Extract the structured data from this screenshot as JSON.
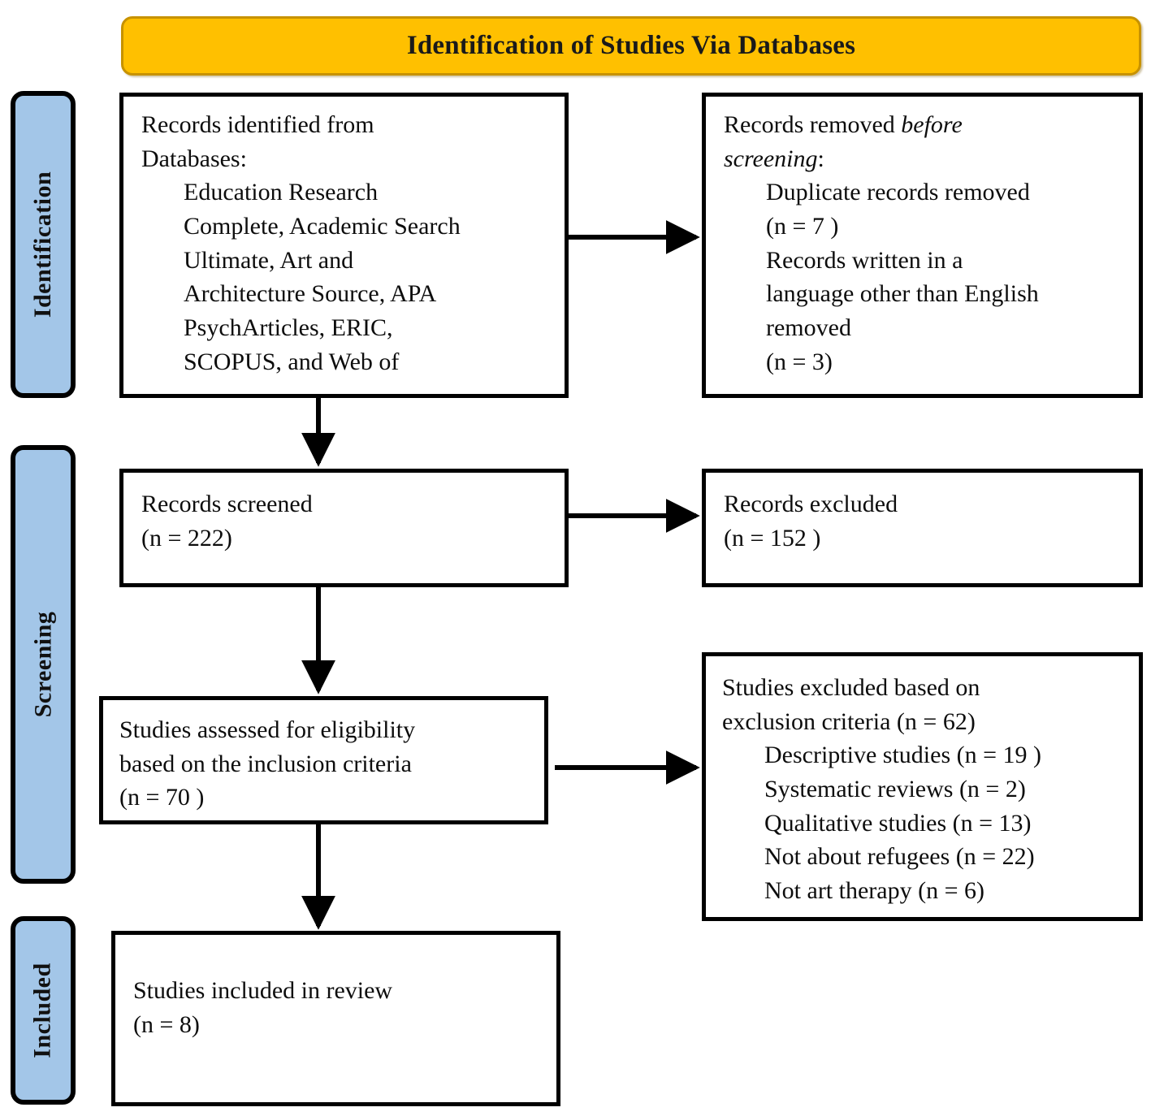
{
  "banner": {
    "title": "Identification of Studies Via Databases",
    "fill_color": "#FFC000",
    "border_color": "#C79200"
  },
  "stages": [
    {
      "id": "identification",
      "label": "Identification",
      "fill_color": "#A3C6E8"
    },
    {
      "id": "screening",
      "label": "Screening",
      "fill_color": "#A3C6E8"
    },
    {
      "id": "included",
      "label": "Included",
      "fill_color": "#A3C6E8"
    }
  ],
  "boxes": {
    "identified": {
      "line1": "Records identified from",
      "line2": "Databases:",
      "line3": "Education Research",
      "line4": "Complete, Academic Search",
      "line5": "Ultimate, Art and",
      "line6": "Architecture Source, APA",
      "line7": "PsychArticles, ERIC,",
      "line8": "SCOPUS, and Web of"
    },
    "removed": {
      "line1_a": "Records removed ",
      "line1_b": "before",
      "line2_b": "screening",
      "line2_a": ":",
      "line3": "Duplicate records removed",
      "line4": "(n = 7 )",
      "line5": "Records written in a",
      "line6": "language other than English",
      "line7": "removed",
      "line8": "(n = 3)"
    },
    "screened": {
      "line1": "Records screened",
      "line2": "(n = 222)"
    },
    "excluded": {
      "line1": "Records excluded",
      "line2": "(n = 152 )"
    },
    "eligibility": {
      "line1": "Studies assessed for eligibility",
      "line2": "based on the inclusion criteria",
      "line3": "(n = 70 )"
    },
    "exclusion_criteria": {
      "line1": "Studies excluded based on",
      "line2": "exclusion criteria (n = 62)",
      "line3": "Descriptive studies (n = 19 )",
      "line4": "Systematic reviews (n = 2)",
      "line5": "Qualitative studies (n = 13)",
      "line6": "Not about refugees (n = 22)",
      "line7": "Not art therapy (n = 6)"
    },
    "included": {
      "line1": "Studies included in review",
      "line2": "(n = 8)"
    }
  },
  "counts": {
    "records_screened": 222,
    "records_excluded": 152,
    "duplicates_removed": 7,
    "non_english_removed": 3,
    "assessed_for_eligibility": 70,
    "studies_excluded_total": 62,
    "descriptive_studies": 19,
    "systematic_reviews": 2,
    "qualitative_studies": 13,
    "not_about_refugees": 22,
    "not_art_therapy": 6,
    "studies_included": 8
  },
  "arrows": [
    {
      "id": "identified-to-removed",
      "direction": "right"
    },
    {
      "id": "identified-to-screened",
      "direction": "down"
    },
    {
      "id": "screened-to-excluded",
      "direction": "right"
    },
    {
      "id": "screened-to-eligibility",
      "direction": "down"
    },
    {
      "id": "eligibility-to-exclcriteria",
      "direction": "right"
    },
    {
      "id": "eligibility-to-included",
      "direction": "down"
    }
  ]
}
